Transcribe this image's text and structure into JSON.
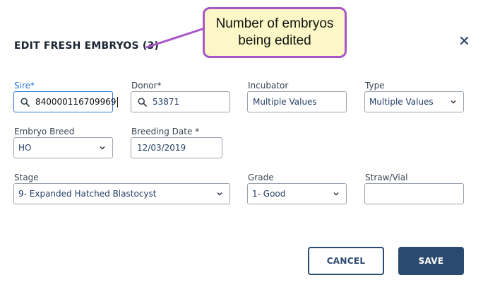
{
  "dialog": {
    "title": "EDIT FRESH EMBRYOS (3)",
    "close_icon": "close-icon"
  },
  "annotation": {
    "line1": "Number of embryos",
    "line2": "being edited"
  },
  "fields": {
    "sire": {
      "label": "Sire*",
      "value": "840000116709969",
      "icon": "search-icon"
    },
    "donor": {
      "label": "Donor*",
      "value": "53871",
      "icon": "search-icon"
    },
    "incubator": {
      "label": "Incubator",
      "value": "Multiple Values"
    },
    "type": {
      "label": "Type",
      "value": "Multiple Values",
      "icon": "chevron-down-icon"
    },
    "embryo_breed": {
      "label": "Embryo Breed",
      "value": "HO",
      "icon": "chevron-down-icon"
    },
    "breeding_date": {
      "label": "Breeding Date *",
      "value": "12/03/2019"
    },
    "stage": {
      "label": "Stage",
      "value": "9- Expanded Hatched Blastocyst",
      "icon": "chevron-down-icon"
    },
    "grade": {
      "label": "Grade",
      "value": "1- Good",
      "icon": "chevron-down-icon"
    },
    "straw_vial": {
      "label": "Straw/Vial",
      "value": ""
    }
  },
  "actions": {
    "cancel_label": "CANCEL",
    "save_label": "SAVE"
  },
  "colors": {
    "primary": "#2b4a6f",
    "focus": "#2e7bd6",
    "callout_border": "#a855c9",
    "callout_fill": "#fbf7c6"
  }
}
